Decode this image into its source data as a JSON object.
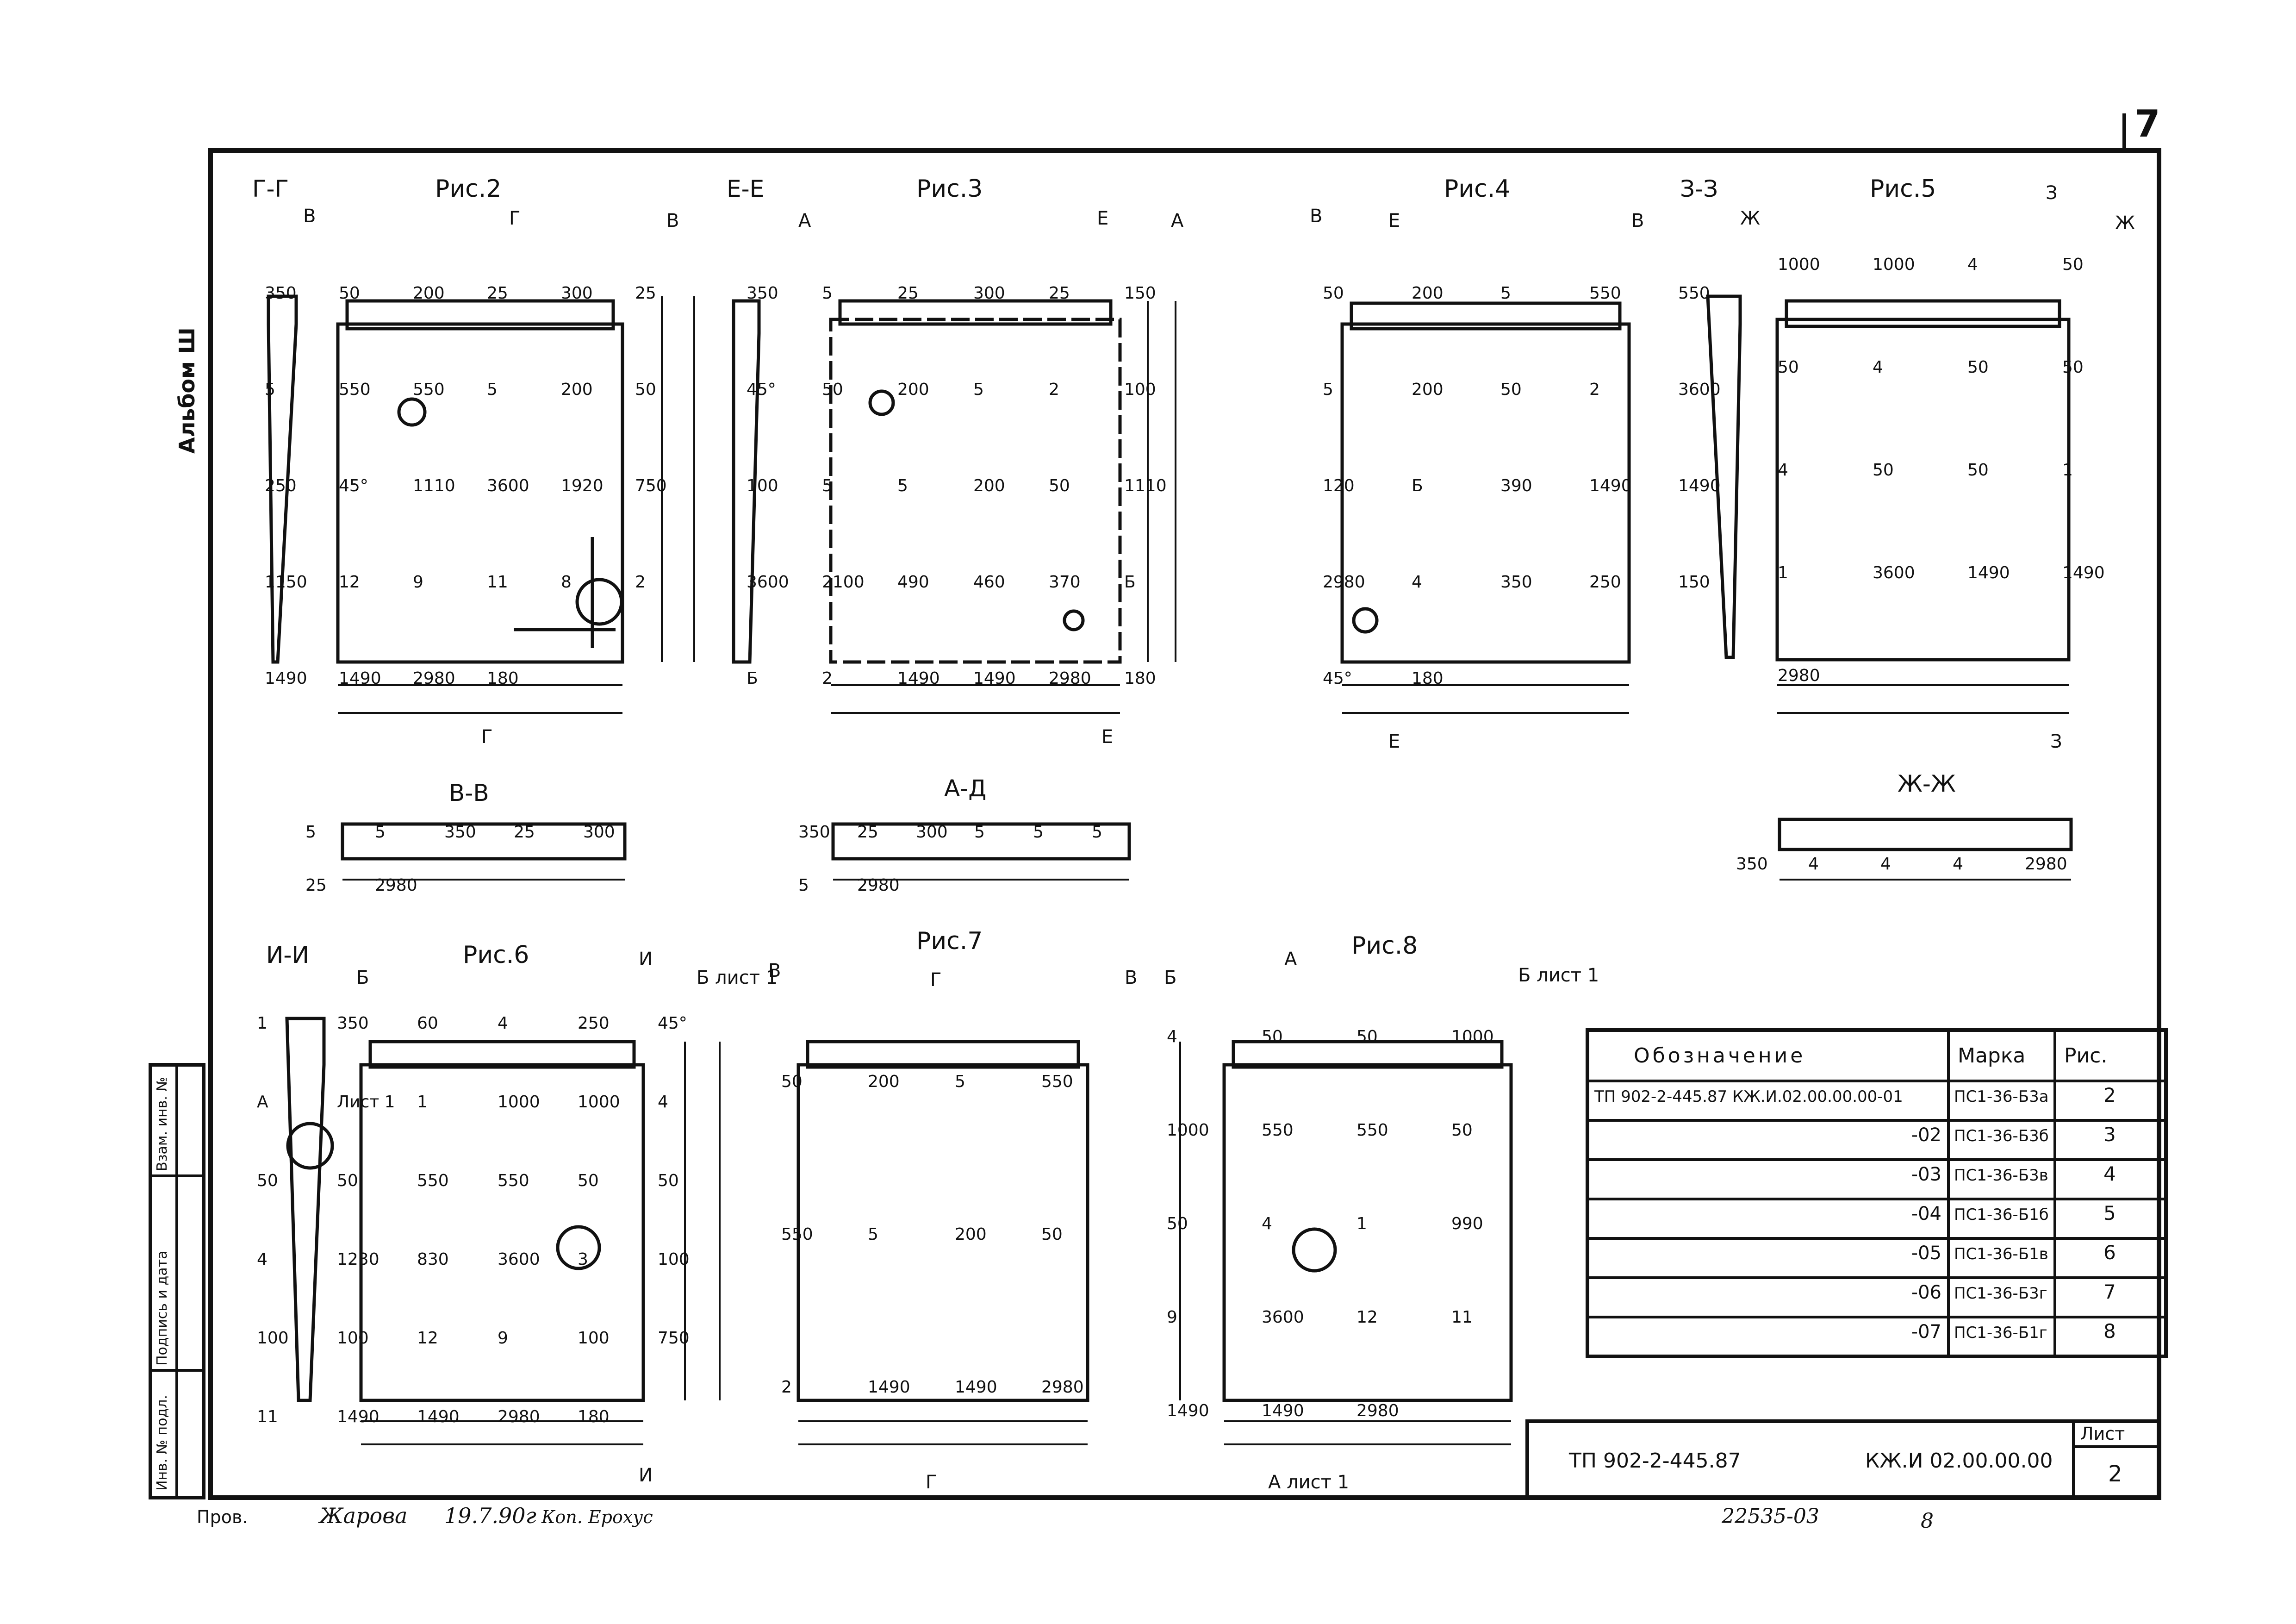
{
  "sheet": {
    "page_number": "7",
    "album": "Альбом Ш",
    "doc_code": "ТП 902-2-445.87",
    "doc_mark": "КЖ.И 02.00.00.00",
    "sheet_label": "Лист",
    "sheet_number": "2",
    "stamp_bottom": "22535-03",
    "stamp_bottom_num": "8",
    "checker_label": "Пров.",
    "signature": "Жарова",
    "sign_date": "19.7.90г",
    "copy_note": "Коп. Ерохус",
    "left_block": [
      "Инв. № подл.",
      "Подпись и дата",
      "Взам. инв. №"
    ]
  },
  "views": {
    "fig2": {
      "title": "Рис.2",
      "section_label": "Г-Г",
      "arrows": [
        "В",
        "Г",
        "В",
        "Г"
      ],
      "dims": [
        "350",
        "50",
        "200",
        "25",
        "300",
        "25",
        "5",
        "550",
        "550",
        "5",
        "200",
        "50",
        "250",
        "45°",
        "1110",
        "3600",
        "1920",
        "750",
        "1150",
        "12",
        "9",
        "11",
        "8",
        "2",
        "1490",
        "1490",
        "2980",
        "180"
      ]
    },
    "fig3": {
      "title": "Рис.3",
      "section_label": "Е-Е",
      "arrows": [
        "А",
        "Е",
        "А",
        "Е"
      ],
      "dims": [
        "350",
        "5",
        "25",
        "300",
        "25",
        "150",
        "45°",
        "50",
        "200",
        "5",
        "2",
        "100",
        "100",
        "5",
        "5",
        "200",
        "50",
        "1110",
        "3600",
        "2100",
        "490",
        "460",
        "370",
        "Б",
        "Б",
        "2",
        "1490",
        "1490",
        "2980",
        "180"
      ]
    },
    "fig4": {
      "title": "Рис.4",
      "section_label": "З-З",
      "arrows": [
        "В",
        "Е",
        "В",
        "Е"
      ],
      "dims": [
        "50",
        "200",
        "5",
        "550",
        "550",
        "5",
        "200",
        "50",
        "2",
        "3600",
        "120",
        "Б",
        "390",
        "1490",
        "1490",
        "2980",
        "4",
        "350",
        "250",
        "150",
        "45°",
        "180"
      ]
    },
    "fig5": {
      "title": "Рис.5",
      "arrows": [
        "Ж",
        "З",
        "Ж",
        "З"
      ],
      "dims": [
        "1000",
        "1000",
        "4",
        "50",
        "50",
        "4",
        "50",
        "50",
        "4",
        "50",
        "50",
        "1",
        "1",
        "3600",
        "1490",
        "1490",
        "2980"
      ]
    },
    "section_vv": {
      "title": "В-В",
      "dims": [
        "5",
        "5",
        "350",
        "25",
        "300",
        "25",
        "2980"
      ]
    },
    "section_aa": {
      "title": "А-Д",
      "dims": [
        "350",
        "25",
        "300",
        "5",
        "5",
        "5",
        "5",
        "2980"
      ]
    },
    "section_zhzh": {
      "title": "Ж-Ж",
      "dims": [
        "350",
        "4",
        "4",
        "4",
        "2980"
      ]
    },
    "fig6": {
      "title": "Рис.6",
      "section_label": "И-И",
      "arrows": [
        "Б",
        "И",
        "Б лист 1",
        "И"
      ],
      "dims": [
        "1",
        "350",
        "60",
        "4",
        "250",
        "45°",
        "А",
        "Лист 1",
        "1",
        "1000",
        "1000",
        "4",
        "50",
        "50",
        "550",
        "550",
        "50",
        "50",
        "4",
        "1230",
        "830",
        "3600",
        "3",
        "100",
        "100",
        "100",
        "12",
        "9",
        "100",
        "750",
        "11",
        "1490",
        "1490",
        "2980",
        "180"
      ]
    },
    "fig7": {
      "title": "Рис.7",
      "arrows": [
        "В",
        "Г",
        "В",
        "Г"
      ],
      "dims": [
        "50",
        "200",
        "5",
        "550",
        "550",
        "5",
        "200",
        "50",
        "2",
        "1490",
        "1490",
        "2980"
      ]
    },
    "fig8": {
      "title": "Рис.8",
      "arrows": [
        "Б",
        "А",
        "Б лист 1",
        "А лист 1"
      ],
      "dims": [
        "4",
        "50",
        "50",
        "1000",
        "1000",
        "550",
        "550",
        "50",
        "50",
        "4",
        "1",
        "990",
        "9",
        "3600",
        "12",
        "11",
        "1490",
        "1490",
        "2980"
      ]
    }
  },
  "spec_table": {
    "headers": [
      "Обозначение",
      "Марка",
      "Рис."
    ],
    "rows": [
      {
        "designation": "ТП 902-2-445.87   КЖ.И.02.00.00.00-01",
        "mark": "ПС1-36-Б3а",
        "fig": "2"
      },
      {
        "designation": "-02",
        "mark": "ПС1-36-Б3б",
        "fig": "3"
      },
      {
        "designation": "-03",
        "mark": "ПС1-36-Б3в",
        "fig": "4"
      },
      {
        "designation": "-04",
        "mark": "ПС1-36-Б1б",
        "fig": "5"
      },
      {
        "designation": "-05",
        "mark": "ПС1-36-Б1в",
        "fig": "6"
      },
      {
        "designation": "-06",
        "mark": "ПС1-36-Б3г",
        "fig": "7"
      },
      {
        "designation": "-07",
        "mark": "ПС1-36-Б1г",
        "fig": "8"
      }
    ]
  }
}
